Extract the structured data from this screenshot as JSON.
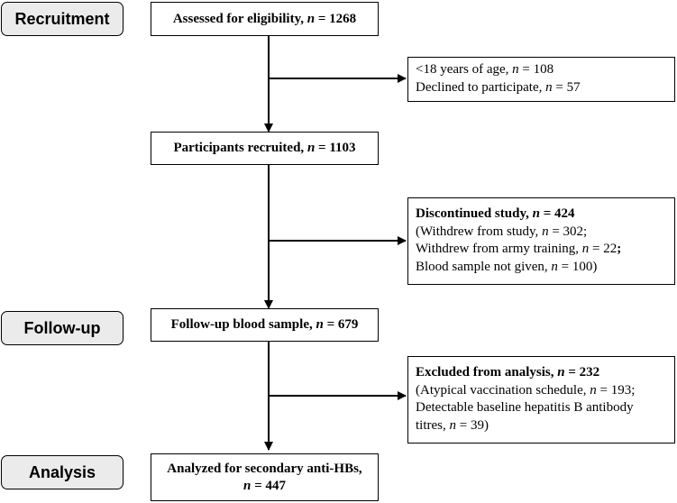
{
  "phases": {
    "recruitment": "Recruitment",
    "followup": "Follow-up",
    "analysis": "Analysis"
  },
  "boxes": {
    "assessed": {
      "label": "Assessed for eligibility, ",
      "n_prefix": "n",
      "n_suffix": " = 1268"
    },
    "exclusion1": {
      "line1_pre": "<18 years of age, ",
      "line1_n": "n",
      "line1_post": " = 108",
      "line2_pre": "Declined to participate, ",
      "line2_n": "n",
      "line2_post": " = 57"
    },
    "recruited": {
      "label": "Participants recruited, ",
      "n_prefix": "n",
      "n_suffix": " = 1103"
    },
    "discontinued": {
      "title_pre": "Discontinued study, ",
      "title_n": "n",
      "title_post": " = 424",
      "line1_pre": "(Withdrew from study, ",
      "line1_n": "n",
      "line1_post": " = 302;",
      "line2_pre": "Withdrew from army training, ",
      "line2_n": "n",
      "line2_post": " = 22",
      "line2_semicolon": ";",
      "line3_pre": "Blood sample not given, ",
      "line3_n": "n",
      "line3_post": " = 100)"
    },
    "followup": {
      "label": "Follow-up blood sample, ",
      "n_prefix": "n",
      "n_suffix": " = 679"
    },
    "excluded": {
      "title_pre": "Excluded from analysis, ",
      "title_n": "n",
      "title_post": " = 232",
      "line1_pre": "(Atypical vaccination schedule, ",
      "line1_n": "n",
      "line1_post": " = 193;",
      "line2": "Detectable baseline hepatitis B antibody",
      "line3_pre": "titres, ",
      "line3_n": "n",
      "line3_post": " = 39)"
    },
    "analyzed": {
      "line1": "Analyzed for secondary anti-HBs,",
      "n_prefix": "n",
      "n_suffix": " = 447"
    }
  }
}
